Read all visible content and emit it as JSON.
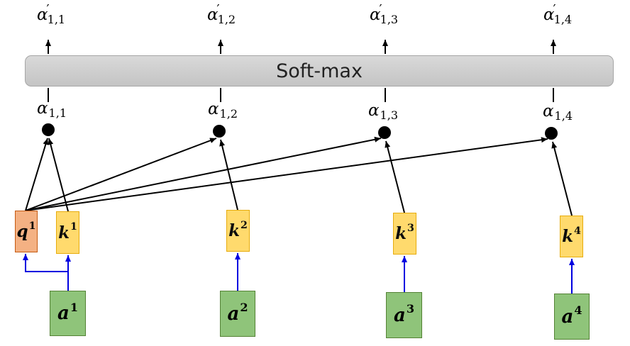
{
  "softmax": {
    "label": "Soft-max"
  },
  "outputs": [
    {
      "sym": "α",
      "prime": "′",
      "sub": "1,1"
    },
    {
      "sym": "α",
      "prime": "′",
      "sub": "1,2"
    },
    {
      "sym": "α",
      "prime": "′",
      "sub": "1,3"
    },
    {
      "sym": "α",
      "prime": "′",
      "sub": "1,4"
    }
  ],
  "scores": [
    {
      "sym": "α",
      "sub": "1,1"
    },
    {
      "sym": "α",
      "sub": "1,2"
    },
    {
      "sym": "α",
      "sub": "1,3"
    },
    {
      "sym": "α",
      "sub": "1,4"
    }
  ],
  "query": {
    "sym": "q",
    "sup": "1"
  },
  "keys": [
    {
      "sym": "k",
      "sup": "1"
    },
    {
      "sym": "k",
      "sup": "2"
    },
    {
      "sym": "k",
      "sup": "3"
    },
    {
      "sym": "k",
      "sup": "4"
    }
  ],
  "inputs": [
    {
      "sym": "a",
      "sup": "1"
    },
    {
      "sym": "a",
      "sup": "2"
    },
    {
      "sym": "a",
      "sup": "3"
    },
    {
      "sym": "a",
      "sup": "4"
    }
  ],
  "colors": {
    "arrow": "#000000",
    "projection_arrow": "#0000e0",
    "query_fill": "#f4b183",
    "key_fill": "#ffd966",
    "input_fill": "#8fc47a"
  }
}
